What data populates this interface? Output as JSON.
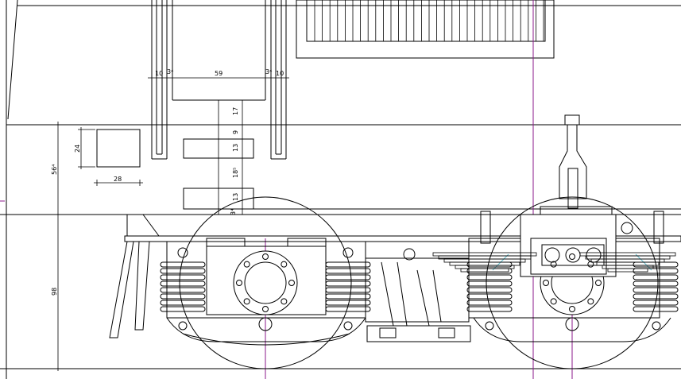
{
  "dimensions": {
    "d10_left": "10",
    "d3_left": "3⁴",
    "d59": "59",
    "d3_right": "3⁴",
    "d10_right": "10",
    "d17": "17",
    "d9": "9",
    "d13_upper": "13",
    "d18": "18⁵",
    "d13_lower": "13",
    "d3_bottom": "3⁴",
    "d24": "24",
    "d28": "28",
    "d56": "56⁴",
    "d98": "98"
  },
  "colors": {
    "line": "#000000",
    "guide": "#8b1a8b",
    "accent": "#66c0d0",
    "background": "#ffffff"
  }
}
